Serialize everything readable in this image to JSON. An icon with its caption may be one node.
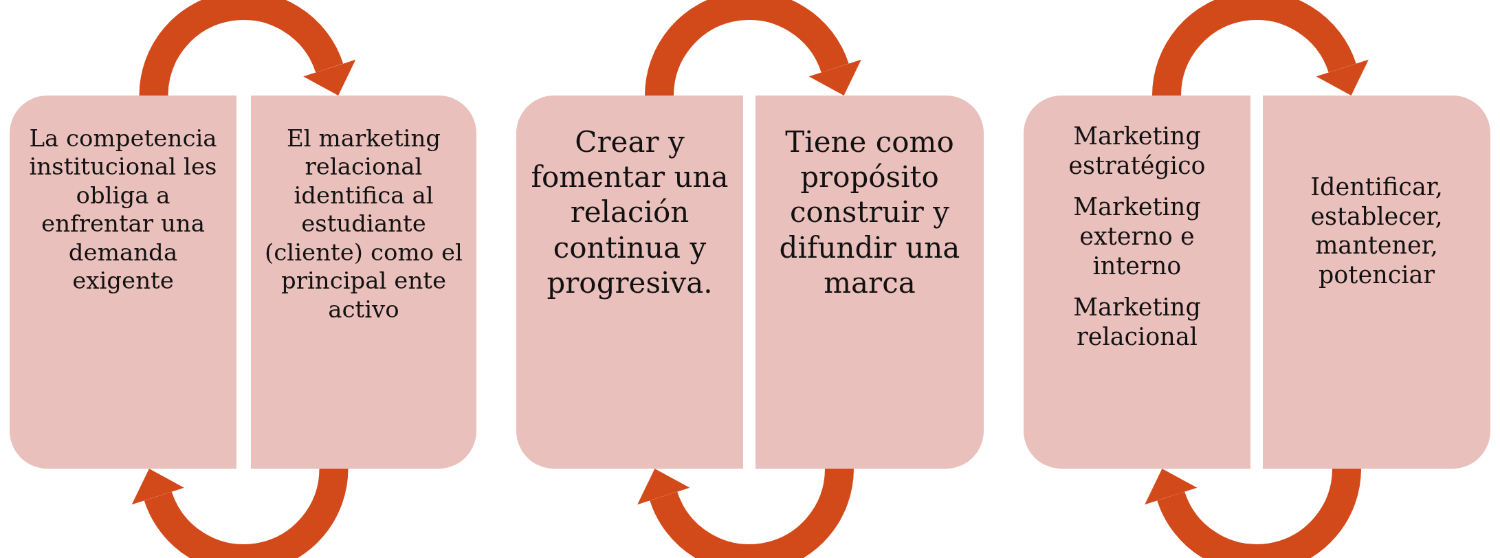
{
  "diagram": {
    "nodes": [
      {
        "text": [
          "La competencia institucional les obliga a enfrentar una demanda exigente"
        ]
      },
      {
        "text": [
          "El marketing relacional identifica al estudiante (cliente) como el principal ente activo"
        ]
      },
      {
        "text": [
          "Crear y fomentar una relación continua y progresiva."
        ]
      },
      {
        "text": [
          "Tiene como propósito construir y difundir una marca"
        ]
      },
      {
        "text": [
          "Marketing estratégico",
          "Marketing externo e interno",
          "Marketing relacional"
        ]
      },
      {
        "text": [
          "Identificar, establecer, mantener, potenciar"
        ]
      }
    ],
    "edges": [
      {
        "from": 0,
        "to": 1,
        "arrow": "to"
      },
      {
        "from": 1,
        "to": 0,
        "arrow": "to"
      },
      {
        "from": 2,
        "to": 3,
        "arrow": "to"
      },
      {
        "from": 3,
        "to": 2,
        "arrow": "to"
      },
      {
        "from": 4,
        "to": 5,
        "arrow": "to"
      },
      {
        "from": 5,
        "to": 4,
        "arrow": "to"
      }
    ]
  }
}
